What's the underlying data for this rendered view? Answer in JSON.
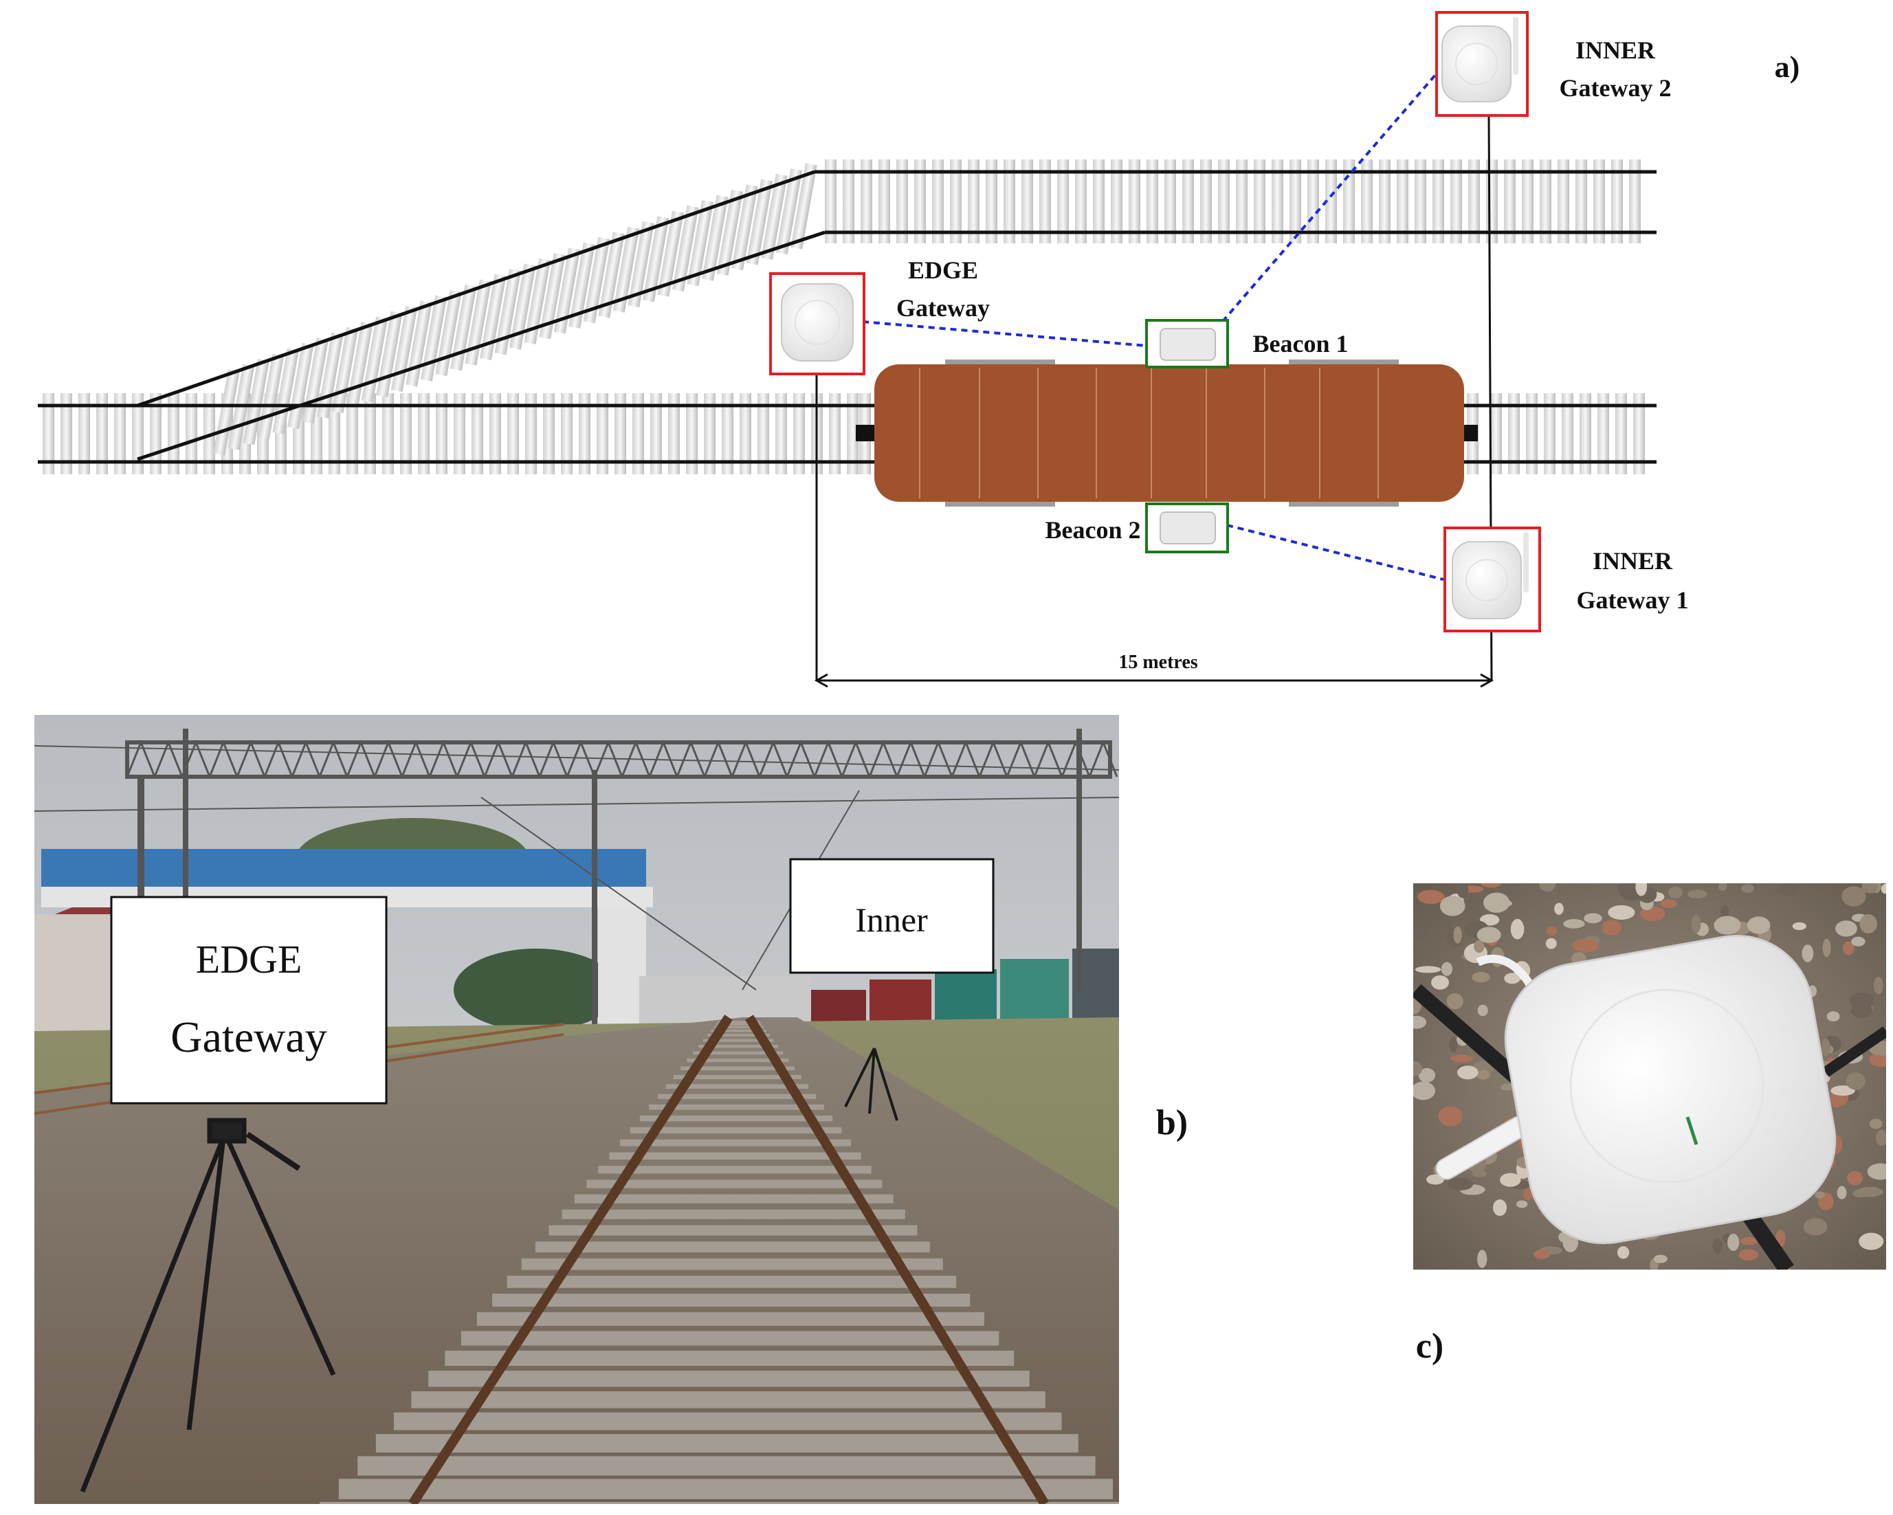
{
  "panel_a": {
    "label": "a)",
    "inner_gateway_2": {
      "line1": "INNER",
      "line2": "Gateway 2"
    },
    "inner_gateway_1": {
      "line1": "INNER",
      "line2": "Gateway 1"
    },
    "edge_gateway": {
      "line1": "EDGE",
      "line2": "Gateway"
    },
    "beacon_1": "Beacon 1",
    "beacon_2": "Beacon 2",
    "distance": "15 metres"
  },
  "panel_b": {
    "label": "b)",
    "edge_label": {
      "line1": "EDGE",
      "line2": "Gateway"
    },
    "inner_label": "Inner"
  },
  "panel_c": {
    "label": "c)"
  },
  "colors": {
    "gateway_frame": "#e31e24",
    "beacon_frame": "#1a7a1a",
    "link_line": "#1c2bd6",
    "wagon": "#a0522d",
    "rail": "#111111"
  }
}
